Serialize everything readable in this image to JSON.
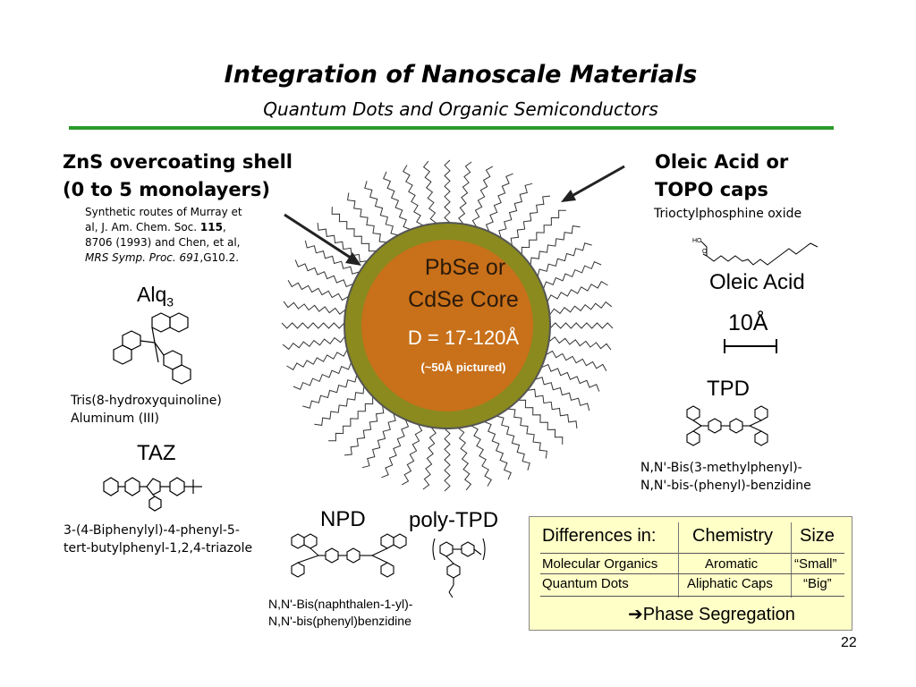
{
  "title": "Integration of Nanoscale Materials",
  "subtitle": "Quantum Dots and Organic Semiconductors",
  "shell": {
    "heading_line1": "ZnS overcoating shell",
    "heading_line2": "(0 to 5 monolayers)",
    "ref_line1": "Synthetic routes of Murray et",
    "ref_line2_a": "al, J. Am. Chem. Soc. ",
    "ref_line2_b": "115",
    "ref_line2_c": ",",
    "ref_line3": "8706 (1993) and Chen, et al,",
    "ref_line4_a": "MRS Symp. Proc. 691",
    "ref_line4_b": ",G10.2."
  },
  "caps": {
    "heading_line1": "Oleic Acid or",
    "heading_line2": "TOPO caps",
    "sub": "Trioctylphosphine oxide",
    "oleic_label": "Oleic Acid",
    "oleic_ho": "HO",
    "oleic_o": "O",
    "scale": "10Å"
  },
  "core": {
    "line1": "PbSe or",
    "line2": "CdSe Core",
    "size": "D = 17-120Å",
    "note": "(~50Å pictured)"
  },
  "alq3": {
    "name": "Alq",
    "sub": "3",
    "desc_line1": "Tris(8-hydroxyquinoline)",
    "desc_line2": "Aluminum (III)"
  },
  "taz": {
    "name": "TAZ",
    "desc_line1": "3-(4-Biphenylyl)-4-phenyl-5-",
    "desc_line2": "tert-butylphenyl-1,2,4-triazole"
  },
  "tpd": {
    "name": "TPD",
    "desc_line1": "N,N'-Bis(3-methylphenyl)-",
    "desc_line2": "N,N'-bis-(phenyl)-benzidine"
  },
  "npd": {
    "name": "NPD",
    "desc_line1": "N,N'-Bis(naphthalen-1-yl)-",
    "desc_line2": "N,N'-bis(phenyl)benzidine"
  },
  "polytpd": {
    "name": "poly-TPD"
  },
  "table": {
    "header": [
      "Differences in:",
      "Chemistry",
      "Size"
    ],
    "rows": [
      [
        "Molecular Organics",
        "Aromatic",
        "“Small”"
      ],
      [
        "Quantum Dots",
        "Aliphatic Caps",
        "“Big”"
      ]
    ],
    "footer": "Phase Segregation"
  },
  "page_number": "22",
  "colors": {
    "rule": "#2a9a2a",
    "core": "#c8701a",
    "shell": "#8a8a1e",
    "table_bg": "#ffffc8"
  }
}
